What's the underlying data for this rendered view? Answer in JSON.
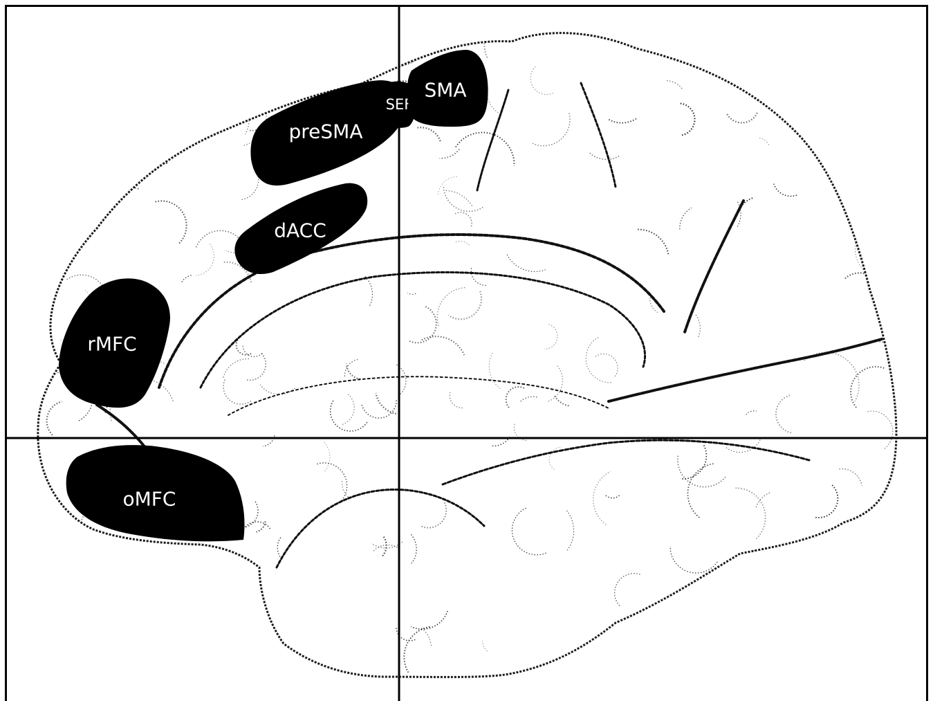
{
  "colors": {
    "background": "#ffffff",
    "frame": "#000000",
    "region_fill": "#000000",
    "region_text": "#ffffff",
    "brain_texture": "#1a1a1a"
  },
  "regions": {
    "sma": "SMA",
    "sef": "SEF",
    "presma": "preSMA",
    "dacc": "dACC",
    "rmfc": "rMFC",
    "omfc": "oMFC"
  }
}
